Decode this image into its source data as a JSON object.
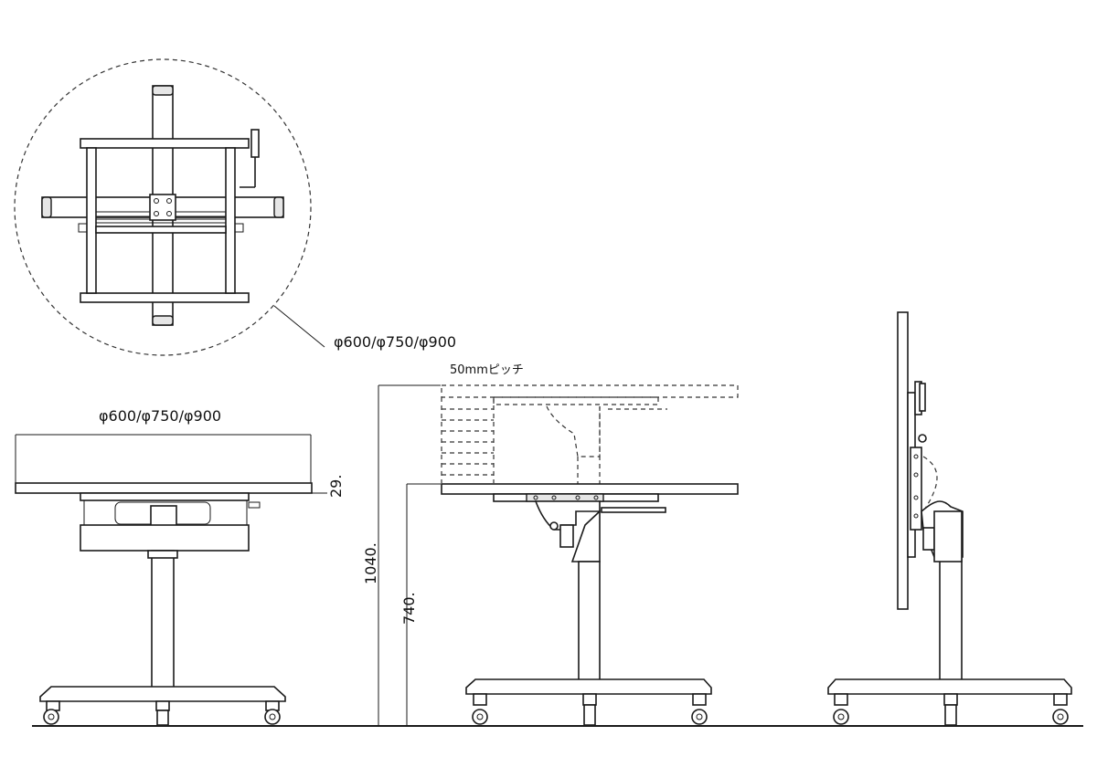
{
  "labels": {
    "top_circle_diameters": "φ600/φ750/φ900",
    "front_top_diameters": "φ600/φ750/φ900",
    "pitch_note": "50mmピッチ",
    "top_thickness": "29.",
    "max_height": "1040.",
    "min_height": "740."
  },
  "views": [
    "top-view",
    "front-view",
    "side-view-table",
    "side-view-tilted"
  ],
  "colors": {
    "line": "#1a1a1a",
    "background": "#ffffff"
  }
}
